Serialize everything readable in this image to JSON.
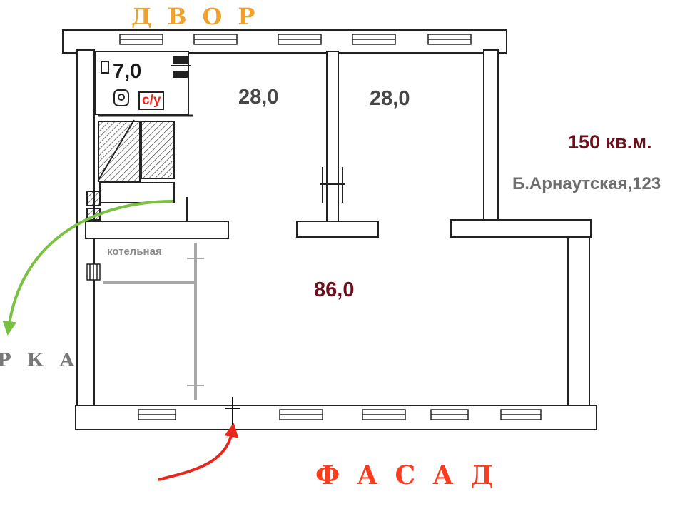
{
  "labels": {
    "top_side": "ДВОР",
    "bottom_side": "ФАСАД",
    "left_side": "РКА"
  },
  "rooms": {
    "wc_area": "7,0",
    "left_room": "28,0",
    "right_room": "28,0",
    "main_hall": "86,0",
    "boiler_room": "котельная",
    "wc": "с/у"
  },
  "info": {
    "total_area": "150 кв.м.",
    "address": "Б.Арнаутская,123"
  },
  "colors": {
    "top_side": "#f0a12b",
    "bottom_side": "#ff3b1e",
    "area_values": "#6e0f1e",
    "yard_arrow": "#7ac143",
    "entry_arrow": "#e8261c"
  }
}
